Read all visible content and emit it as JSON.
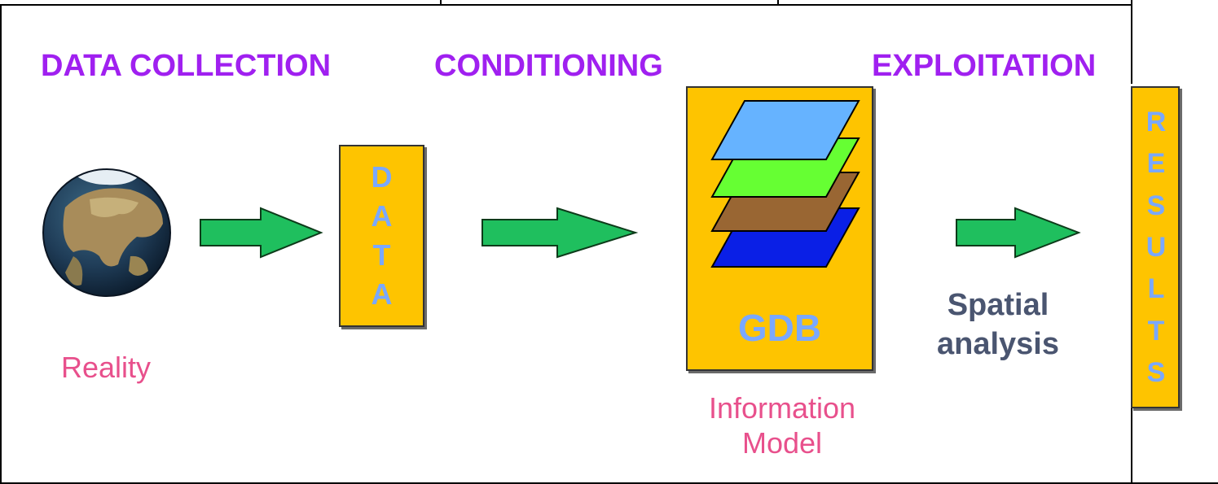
{
  "stages": {
    "data_collection": "DATA COLLECTION",
    "conditioning": "CONDITIONING",
    "exploitation": "EXPLOITATION"
  },
  "labels": {
    "reality": "Reality",
    "info_model_line1": "Information",
    "info_model_line2": "Model",
    "spatial_line1": "Spatial",
    "spatial_line2": "analysis",
    "gdb": "GDB"
  },
  "data_box_letters": [
    "D",
    "A",
    "T",
    "A"
  ],
  "results_letters": [
    "R",
    "E",
    "S",
    "U",
    "L",
    "T",
    "S"
  ],
  "colors": {
    "stage_text": "#a020f0",
    "box_fill": "#fec400",
    "arrow_fill": "#1fbf5e",
    "layer_top": "#66b3ff",
    "layer_green": "#66ff33",
    "layer_brown": "#996633",
    "layer_blue": "#0a1fe6"
  }
}
